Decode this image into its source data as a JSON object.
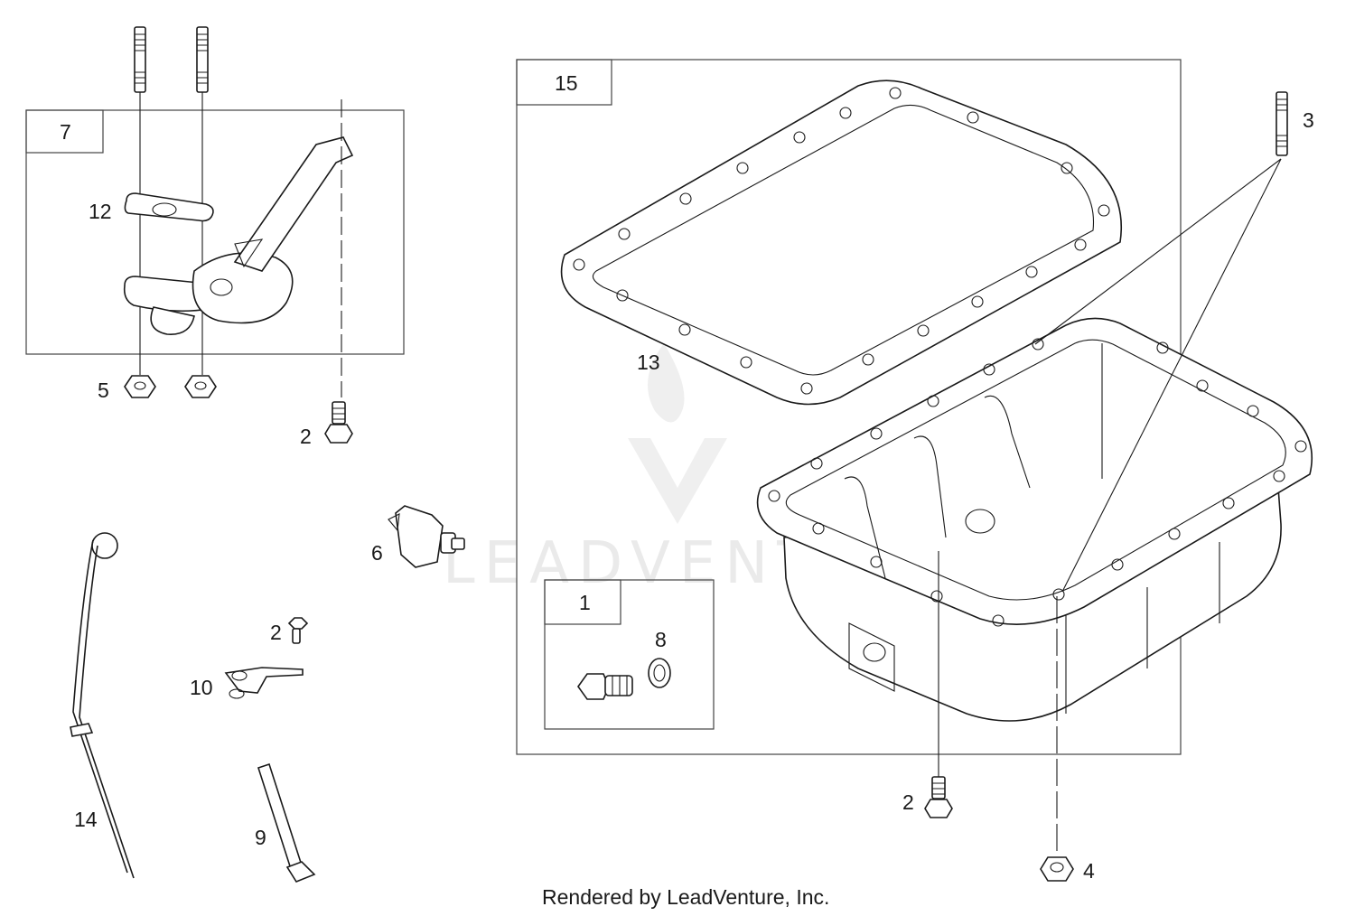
{
  "diagram": {
    "callouts": {
      "c1": "1",
      "c2a": "2",
      "c2b": "2",
      "c2c": "2",
      "c3": "3",
      "c4": "4",
      "c5": "5",
      "c6": "6",
      "c7": "7",
      "c8": "8",
      "c9": "9",
      "c10": "10",
      "c12": "12",
      "c13": "13",
      "c14": "14",
      "c15": "15"
    },
    "watermark": "LEADVENTURE",
    "footer": "Rendered by LeadVenture, Inc."
  }
}
